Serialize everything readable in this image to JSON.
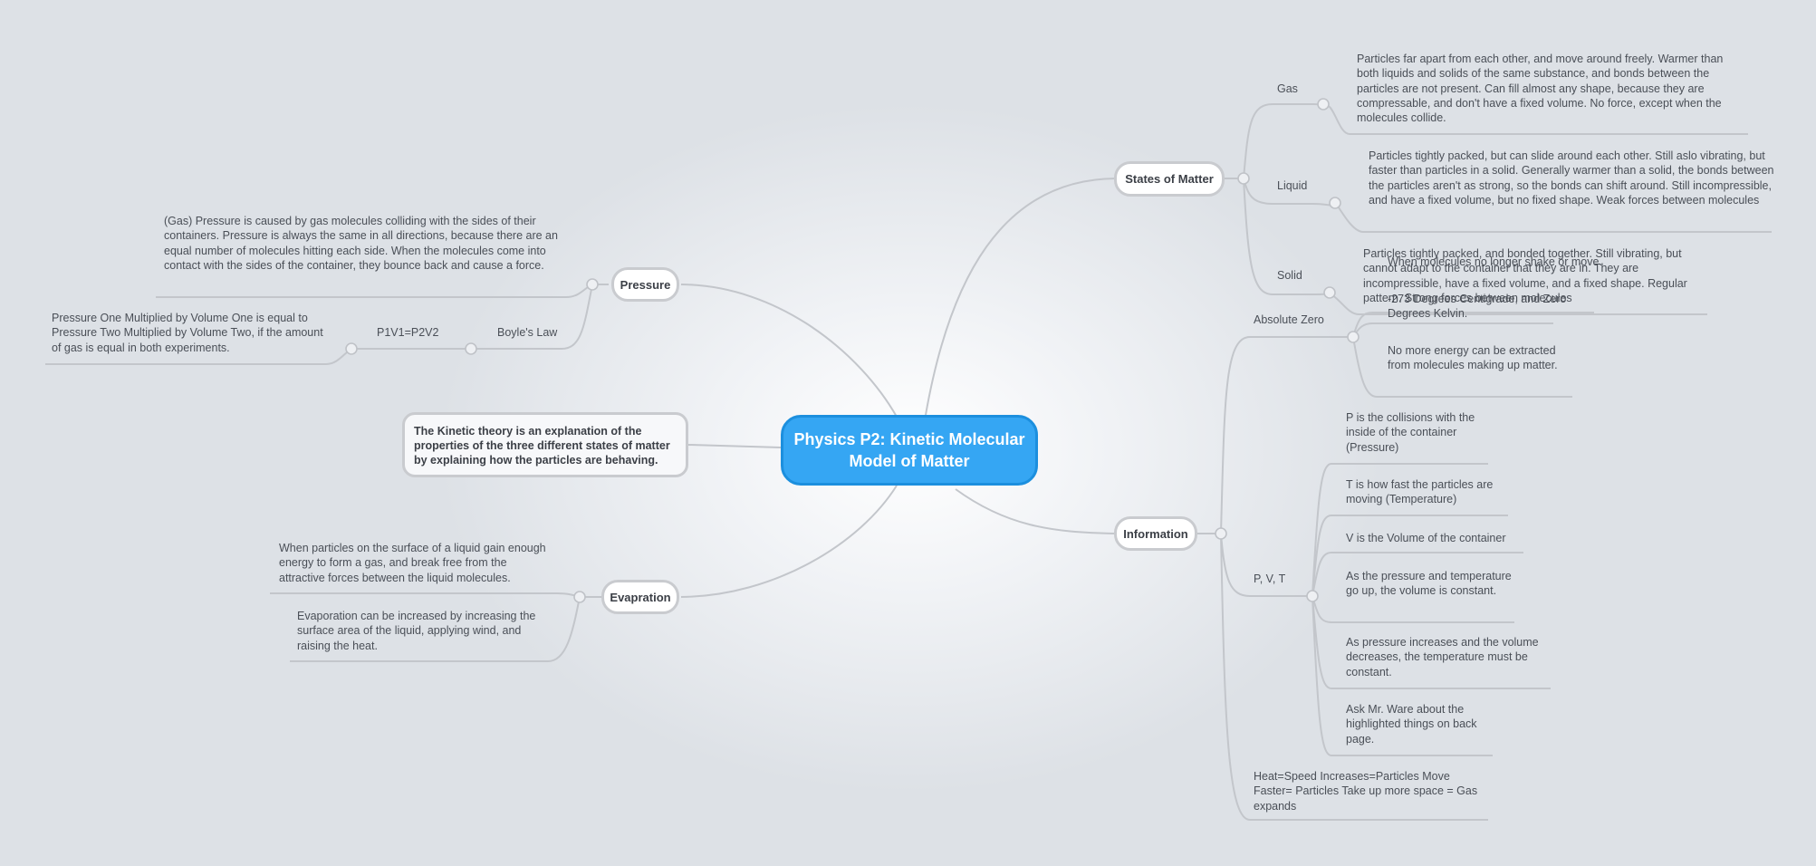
{
  "central": {
    "title": "Physics P2: Kinetic Molecular Model of Matter"
  },
  "intro": "The Kinetic theory is an explanation of the properties of the three different states of matter by explaining how the particles are behaving.",
  "pressure": {
    "label": "Pressure",
    "gas_note": "(Gas) Pressure is caused by gas molecules colliding with the sides of their containers. Pressure is always the same in all directions, because there are an equal number of molecules hitting each side. When the molecules come into contact with the sides of the container, they bounce back and cause a force.",
    "boyles_law": "Boyle's Law",
    "formula": "P1V1=P2V2",
    "formula_note": "Pressure One Multiplied by Volume One is equal to Pressure Two Multiplied by Volume Two, if the amount of gas is equal in both experiments."
  },
  "evaporation": {
    "label": "Evapration",
    "note1": "When particles on the surface of a liquid gain enough energy to form a gas, and break free from the attractive forces between the liquid molecules.",
    "note2": "Evaporation can be increased by increasing the surface area of the liquid, applying wind, and raising the heat."
  },
  "states": {
    "label": "States of Matter",
    "gas": {
      "label": "Gas",
      "note": "Particles far apart from each other, and move around freely. Warmer than both liquids and solids of the same substance, and bonds between the particles are not present. Can fill almost any shape, because they are compressable, and don't have a fixed volume. No force, except when the molecules collide."
    },
    "liquid": {
      "label": "Liquid",
      "note": "Particles tightly packed, but can slide around each other. Still aslo vibrating, but faster than particles in a solid. Generally warmer than a solid, the bonds between the particles aren't as strong, so the bonds can shift around. Still incompressible, and have a fixed volume, but no fixed shape. Weak forces between molecules"
    },
    "solid": {
      "label": "Solid",
      "note": "Particles tightly packed, and bonded together. Still vibrating, but cannot adapt to the container that they are in. They are incompressible, have a fixed volume, and a fixed shape. Regular pattern. Strong forces between molecules"
    }
  },
  "information": {
    "label": "Information",
    "absolute_zero": {
      "label": "Absolute Zero",
      "notes": [
        "When molecules no longer shake or move.",
        "-273 Degrees Centigrade, and Zero Degrees Kelvin.",
        "No more energy can be extracted from molecules making up matter."
      ]
    },
    "pvt": {
      "label": "P, V, T",
      "notes": [
        "P is the collisions with the inside of the container (Pressure)",
        "T is how fast the particles are moving (Temperature)",
        "V is the Volume of the container",
        "As the pressure and temperature go up, the volume is constant.",
        "As pressure increases and the volume decreases, the temperature must be constant.",
        "Ask Mr. Ware about the highlighted things on back page."
      ]
    },
    "heat": "Heat=Speed Increases=Particles Move Faster= Particles Take up more space = Gas expands"
  }
}
